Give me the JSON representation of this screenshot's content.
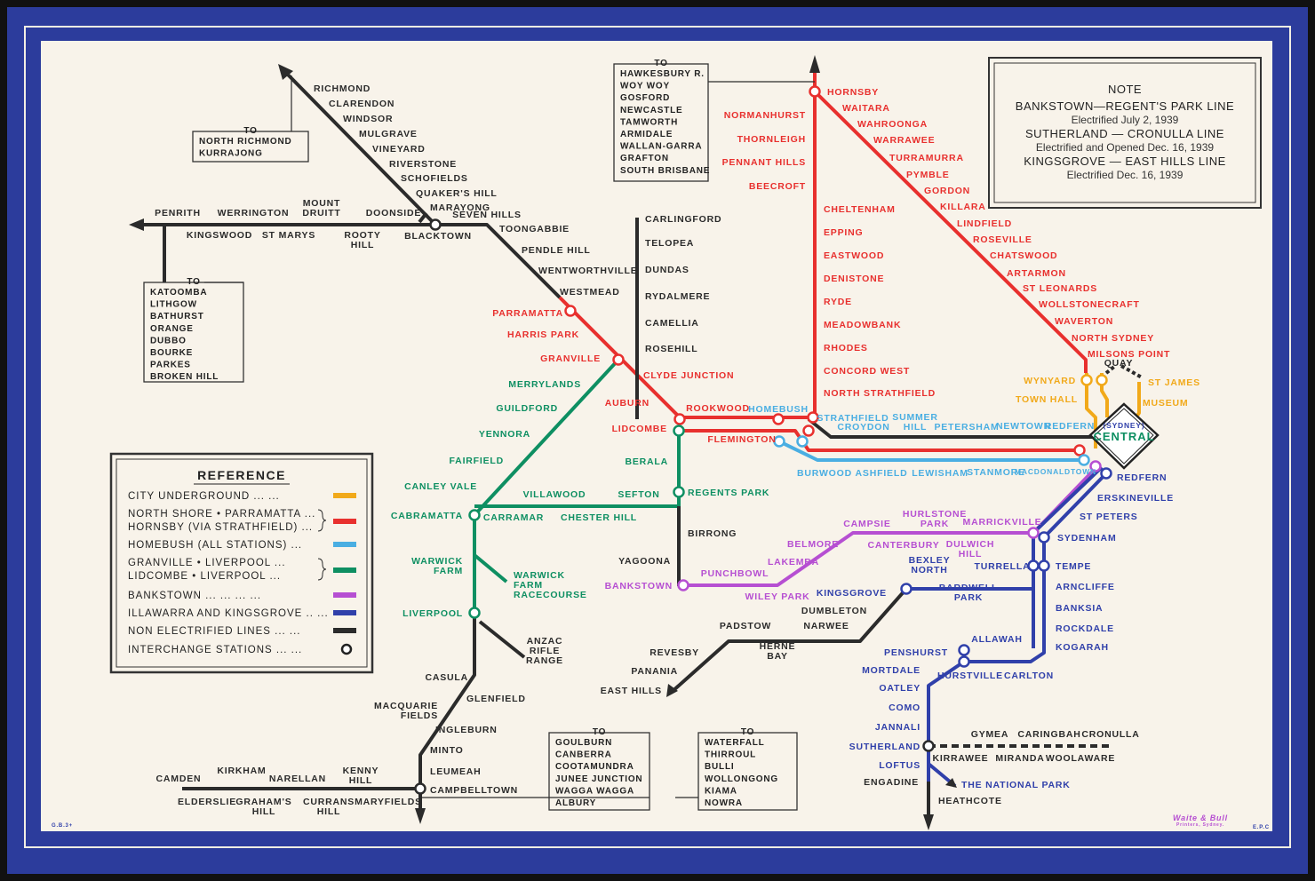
{
  "colors": {
    "frame": "#2c3c9c",
    "paper": "#f8f3ea",
    "black": "#2b2b2b",
    "red": "#e8302e",
    "green": "#0e8f62",
    "blue": "#4aaee2",
    "purple": "#b64fd2",
    "navy": "#3040aa",
    "yellow": "#f1a91a",
    "central": "#0e8f62"
  },
  "stations": {
    "western": [
      "PENRITH",
      "WERRINGTON",
      "MOUNT\nDRUITT",
      "KINGSWOOD",
      "ST MARYS",
      "ROOTY\nHILL",
      "DOONSIDE",
      "BLACKTOWN",
      "SEVEN HILLS",
      "TOONGABBIE",
      "PENDLE HILL",
      "WENTWORTHVILLE",
      "WESTMEAD"
    ],
    "richmond": [
      "RICHMOND",
      "CLARENDON",
      "WINDSOR",
      "MULGRAVE",
      "VINEYARD",
      "RIVERSTONE",
      "SCHOFIELDS",
      "QUAKER'S HILL",
      "MARAYONG"
    ],
    "red_main": [
      "PARRAMATTA",
      "HARRIS PARK",
      "GRANVILLE",
      "CLYDE JUNCTION",
      "AUBURN",
      "LIDCOMBE",
      "ROOKWOOD",
      "FLEMINGTON"
    ],
    "north": [
      "HORNSBY",
      "NORMANHURST",
      "THORNLEIGH",
      "PENNANT HILLS",
      "BEECROFT",
      "CHELTENHAM",
      "EPPING",
      "EASTWOOD",
      "DENISTONE",
      "RYDE",
      "MEADOWBANK",
      "RHODES",
      "CONCORD WEST",
      "NORTH STRATHFIELD"
    ],
    "shore": [
      "WAITARA",
      "WAHROONGA",
      "WARRAWEE",
      "TURRAMURRA",
      "PYMBLE",
      "GORDON",
      "KILLARA",
      "LINDFIELD",
      "ROSEVILLE",
      "CHATSWOOD",
      "ARTARMON",
      "ST LEONARDS",
      "WOLLSTONECRAFT",
      "WAVERTON",
      "NORTH SYDNEY",
      "MILSONS POINT"
    ],
    "city": [
      "WYNYARD",
      "TOWN HALL",
      "ST JAMES",
      "MUSEUM"
    ],
    "suburban": [
      "HOMEBUSH",
      "STRATHFIELD",
      "CROYDON",
      "SUMMER\nHILL",
      "PETERSHAM",
      "NEWTOWN",
      "REDFERN",
      "BURWOOD",
      "ASHFIELD",
      "LEWISHAM",
      "STANMORE",
      "MACDONALDTOWN"
    ],
    "carlingford": [
      "CARLINGFORD",
      "TELOPEA",
      "DUNDAS",
      "RYDALMERE",
      "CAMELLIA",
      "ROSEHILL"
    ],
    "green": [
      "MERRYLANDS",
      "GUILDFORD",
      "YENNORA",
      "FAIRFIELD",
      "CANLEY VALE",
      "CABRAMATTA",
      "CARRAMAR",
      "VILLAWOOD",
      "CHESTER HILL",
      "SEFTON",
      "REGENTS PARK",
      "BERALA",
      "WARWICK\nFARM",
      "WARWICK\nFARM\nRACECOURSE",
      "LIVERPOOL"
    ],
    "south_black": [
      "BIRRONG",
      "YAGOONA",
      "CASULA",
      "GLENFIELD",
      "MACQUARIE\nFIELDS",
      "INGLEBURN",
      "MINTO",
      "LEUMEAH",
      "CAMPBELLTOWN",
      "ANZAC\nRIFLE\nRANGE",
      "QUAY",
      "DUMBLETON",
      "NARWEE",
      "PADSTOW",
      "HERNE\nBAY",
      "REVESBY",
      "PANANIA",
      "EAST HILLS",
      "ENGADINE",
      "HEATHCOTE",
      "GYMEA",
      "CARINGBAH",
      "CRONULLA",
      "KIRRAWEE",
      "MIRANDA",
      "WOOLAWARE"
    ],
    "camden": [
      "CAMDEN",
      "KIRKHAM",
      "NARELLAN",
      "KENNY\nHILL",
      "ELDERSLIE",
      "GRAHAM'S\nHILL",
      "CURRANS\nHILL",
      "MARYFIELDS"
    ],
    "purple": [
      "BANKSTOWN",
      "PUNCHBOWL",
      "WILEY PARK",
      "LAKEMBA",
      "BELMORE",
      "CAMPSIE",
      "CANTERBURY",
      "HURLSTONE\nPARK",
      "DULWICH\nHILL",
      "MARRICKVILLE"
    ],
    "navy": [
      "REDFERN",
      "ERSKINEVILLE",
      "ST PETERS",
      "SYDENHAM",
      "TEMPE",
      "ARNCLIFFE",
      "BANKSIA",
      "ROCKDALE",
      "KOGARAH",
      "CARLTON",
      "HURSTVILLE",
      "ALLAWAH",
      "PENSHURST",
      "MORTDALE",
      "OATLEY",
      "COMO",
      "JANNALI",
      "SUTHERLAND",
      "LOFTUS",
      "THE NATIONAL PARK",
      "TURRELLA",
      "BEXLEY\nNORTH",
      "BARDWELL\nPARK",
      "KINGSGROVE"
    ]
  },
  "central": {
    "top": "(SYDNEY)",
    "name": "CENTRAL"
  },
  "boxes": {
    "north_richmond": {
      "to": "TO",
      "lines": [
        "NORTH RICHMOND",
        "KURRAJONG"
      ]
    },
    "katoomba": {
      "to": "TO",
      "lines": [
        "KATOOMBA",
        "LITHGOW",
        "BATHURST",
        "ORANGE",
        "DUBBO",
        "BOURKE",
        "PARKES",
        "BROKEN  HILL"
      ]
    },
    "hawkesbury": {
      "to": "TO",
      "lines": [
        "HAWKESBURY R.",
        "WOY WOY",
        "GOSFORD",
        "NEWCASTLE",
        "TAMWORTH",
        "ARMIDALE",
        "WALLAN-GARRA",
        "GRAFTON",
        "SOUTH BRISBANE"
      ]
    },
    "goulburn": {
      "to": "TO",
      "lines": [
        "GOULBURN",
        "CANBERRA",
        "COOTAMUNDRA",
        "JUNEE JUNCTION",
        "WAGGA WAGGA",
        "ALBURY"
      ]
    },
    "waterfall": {
      "to": "TO",
      "lines": [
        "WATERFALL",
        "THIRROUL",
        "BULLI",
        "WOLLONGONG",
        "KIAMA",
        "NOWRA"
      ]
    }
  },
  "note": {
    "title": "NOTE",
    "items": [
      {
        "line": "BANKSTOWN—REGENT'S PARK LINE",
        "detail": "Electrified July 2, 1939"
      },
      {
        "line": "SUTHERLAND — CRONULLA   LINE",
        "detail": "Electrified and Opened  Dec. 16, 1939"
      },
      {
        "line": "KINGSGROVE — EAST  HILLS  LINE",
        "detail": "Electrified Dec. 16, 1939"
      }
    ]
  },
  "reference": {
    "title": "REFERENCE",
    "rows": [
      {
        "label": "CITY UNDERGROUND ...    ...",
        "color": "yellow"
      },
      {
        "label": "NORTH SHORE • PARRAMATTA ...\nHORNSBY (VIA STRATHFIELD) ...",
        "color": "red"
      },
      {
        "label": "HOMEBUSH (ALL STATIONS)   ...",
        "color": "blue"
      },
      {
        "label": "GRANVILLE • LIVERPOOL    ...\nLIDCOMBE • LIVERPOOL     ...",
        "color": "green"
      },
      {
        "label": "BANKSTOWN ...   ...   ...   ...",
        "color": "purple"
      },
      {
        "label": "ILLAWARRA AND KINGSGROVE ..   ...",
        "color": "navy"
      },
      {
        "label": "NON ELECTRIFIED  LINES    ...   ...",
        "color": "black"
      },
      {
        "label": "INTERCHANGE  STATIONS   ...   ...",
        "color": "interchange"
      }
    ]
  },
  "imprint": {
    "left": "G.B.3+",
    "right": "E.P.C",
    "printer": "Waite & Bull",
    "printer_sub": "Printers, Sydney."
  }
}
